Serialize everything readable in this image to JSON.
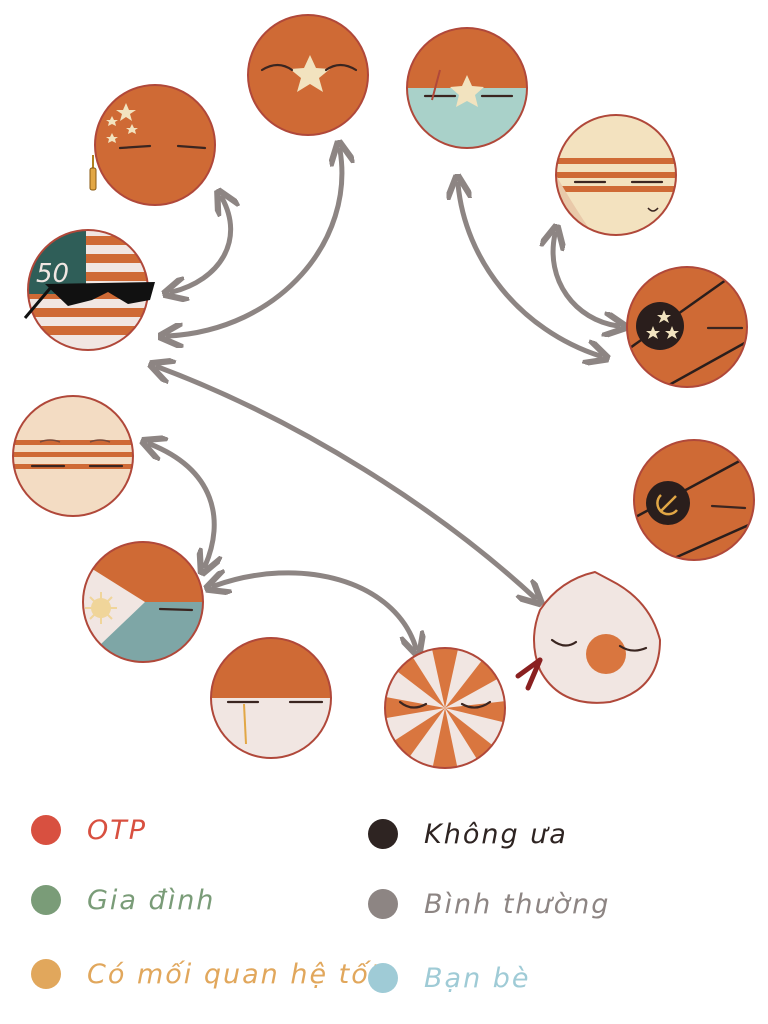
{
  "legend": {
    "items": [
      {
        "key": "otp",
        "label": "OTP",
        "color": "#d85040"
      },
      {
        "key": "family",
        "label": "Gia đình",
        "color": "#7a9c78"
      },
      {
        "key": "good",
        "label": "Có mối quan hệ tốt",
        "color": "#e1a75c"
      },
      {
        "key": "dislike",
        "label": "Không ưa",
        "color": "#2e2422"
      },
      {
        "key": "normal",
        "label": "Bình thường",
        "color": "#8d8583"
      },
      {
        "key": "friends",
        "label": "Bạn bè",
        "color": "#9fcbd6"
      }
    ]
  },
  "balls": {
    "flag_text": "50"
  }
}
